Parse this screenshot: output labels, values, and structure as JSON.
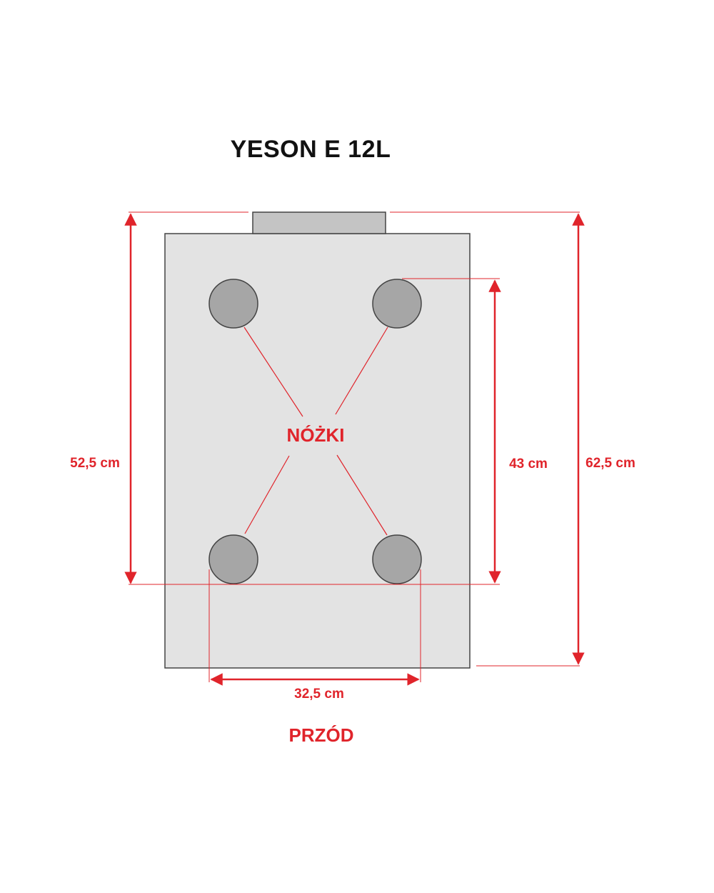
{
  "title": "YESON E 12L",
  "feet_label": "NÓŻKI",
  "front_label": "PRZÓD",
  "dimensions": {
    "total_depth": "62,5 cm",
    "body_depth": "52,5 cm",
    "feet_depth_spacing": "43 cm",
    "feet_width_spacing": "32,5 cm"
  },
  "colors": {
    "annotation": "#e0242b",
    "body_fill": "#e3e3e3",
    "foot_fill": "#a6a6a6",
    "outline": "#444444"
  },
  "icons": {
    "foot": "circle-foot-icon"
  }
}
